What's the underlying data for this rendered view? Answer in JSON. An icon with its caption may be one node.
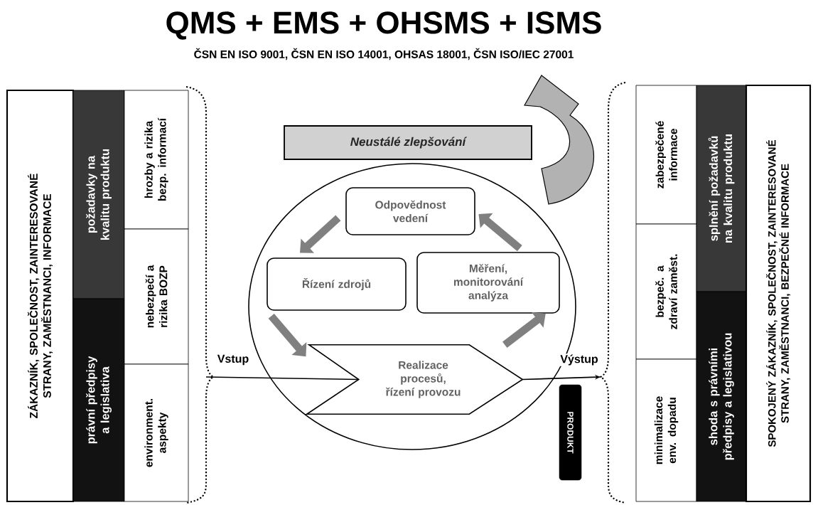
{
  "diagram": {
    "title": "QMS + EMS + OHSMS + ISMS",
    "nodes": [
      {
        "text": [
          "ZÁKAZNÍK, SPOLEČNOST, ZAINTERESOVANÉ STRANY, ZAMĚSTNANCI, INFORMACE"
        ]
      },
      {
        "text": [
          "požadavky na kvalitu produktu"
        ]
      },
      {
        "text": [
          "právní předpisy a legislativa"
        ]
      },
      {
        "text": [
          "hrozby a rizika bezp. informací"
        ]
      },
      {
        "text": [
          "nebezpečí a rizika BOZP"
        ]
      },
      {
        "text": [
          "environment. aspekty"
        ]
      },
      {
        "text": [
          "Neustálé zlepšování"
        ]
      },
      {
        "text": [],
        "shape": "circle"
      },
      {
        "text": [
          "Odpovědnost vedení"
        ],
        "in": 7
      },
      {
        "text": [
          "Řízení zdrojů"
        ],
        "in": 7
      },
      {
        "text": [
          "Měření, monitorování analýza"
        ],
        "in": 7
      },
      {
        "text": [
          "Realizace procesů, řízení provozu"
        ],
        "in": 7
      },
      {
        "text": [
          "PRODUKT"
        ]
      },
      {
        "text": [
          "zabezpečené informace"
        ]
      },
      {
        "text": [
          "bezpeč. a zdraví zaměst."
        ]
      },
      {
        "text": [
          "minimalizace env. dopadu"
        ]
      },
      {
        "text": [
          "splnění požadavků na kvalitu produktu"
        ]
      },
      {
        "text": [
          "shoda s právními předpisy a legislativou"
        ]
      },
      {
        "text": [
          "SPOKOJENÝ ZÁKAZNÍK, SPOLEČNOST, ZAINTERESOVANÉ STRANY, ZAMĚSTNANCI, BEZPEČNÉ INFORMACE"
        ]
      }
    ],
    "edges": [
      {
        "from": null,
        "to": 11,
        "arrow": "none",
        "label": "Vstup",
        "color": "#000000"
      },
      {
        "from": 11,
        "to": null,
        "arrow": "to",
        "label": "Výstup",
        "color": "#000000"
      },
      {
        "from": 8,
        "to": 9,
        "arrow": "to"
      },
      {
        "from": 9,
        "to": 11,
        "arrow": "to"
      },
      {
        "from": 11,
        "to": 10,
        "arrow": "to"
      },
      {
        "from": 10,
        "to": 8,
        "arrow": "to"
      }
    ],
    "labels": [
      "ČSN EN ISO 9001,  ČSN EN ISO 14001,  OHSAS 18001,  ČSN ISO/IEC 27001"
    ]
  }
}
